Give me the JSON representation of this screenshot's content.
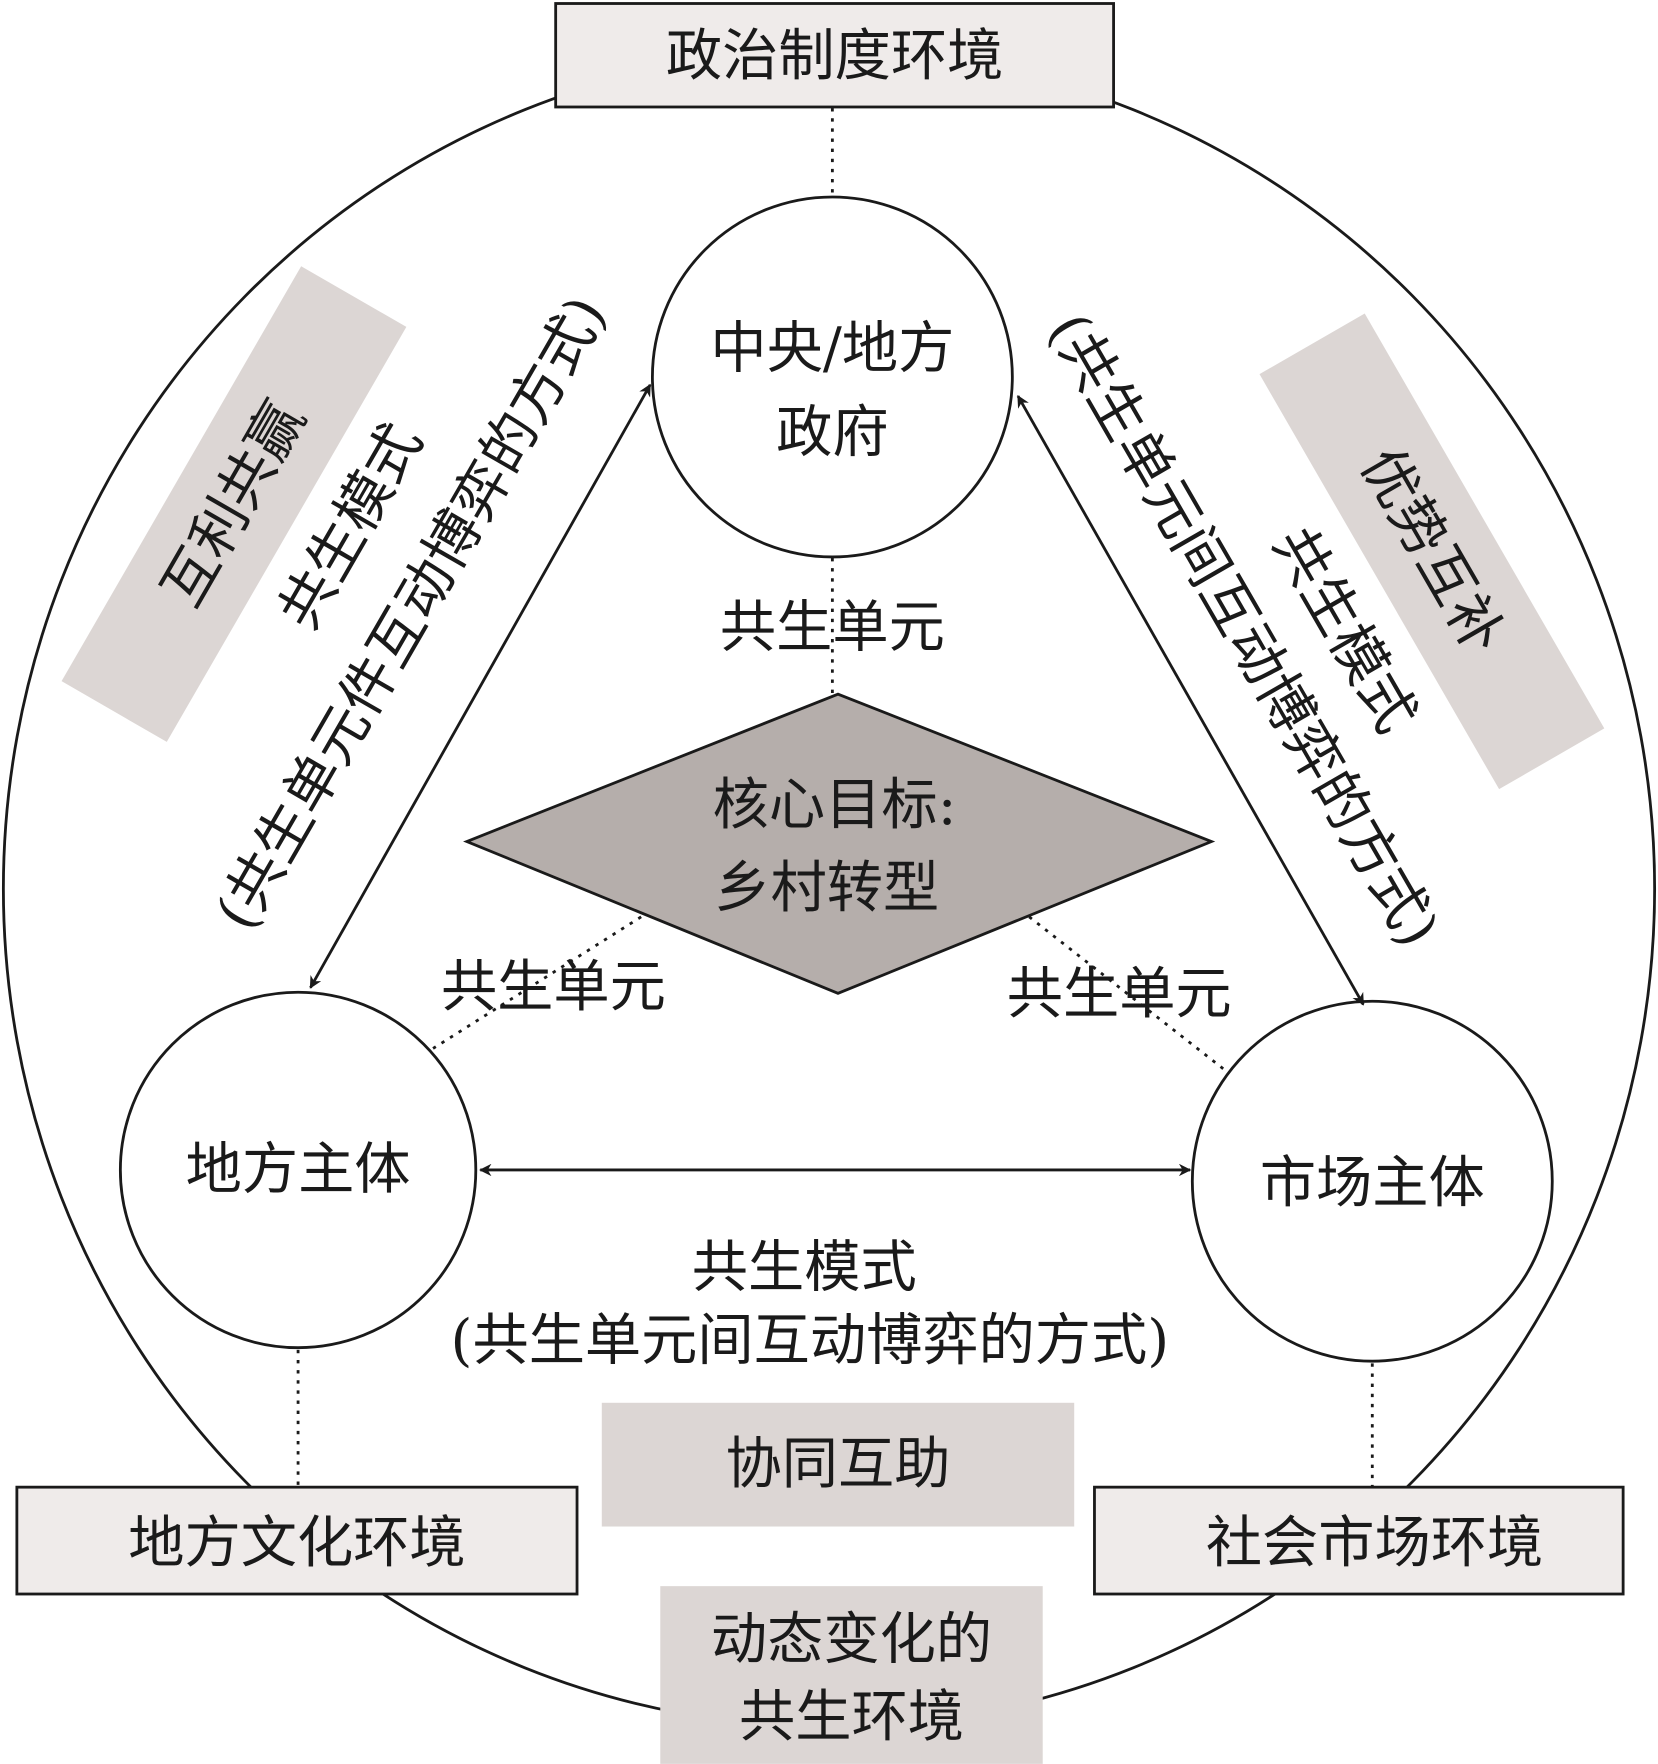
{
  "environments": {
    "political": "政治制度环境",
    "culture": "地方文化环境",
    "market": "社会市场环境",
    "dynamic_line1": "动态变化的",
    "dynamic_line2": "共生环境"
  },
  "units": {
    "government_line1": "中央/地方",
    "government_line2": "政府",
    "local": "地方主体",
    "market": "市场主体",
    "unit_label": "共生单元"
  },
  "core": {
    "line1": "核心目标:",
    "line2": "乡村转型"
  },
  "modes": {
    "left_tag": "互利共赢",
    "left_mode": "共生模式",
    "left_desc": "(共生单元件互动博弈的方式)",
    "right_tag": "优势互补",
    "right_mode": "共生模式",
    "right_desc": "(共生单元间互动博弈的方式)",
    "bottom_mode": "共生模式",
    "bottom_desc": "(共生单元间互动博弈的方式)",
    "bottom_tag": "协同互助"
  },
  "colors": {
    "diamond": "#b5aeab",
    "tag": "#dcd6d4",
    "env_box": "#efebea"
  }
}
